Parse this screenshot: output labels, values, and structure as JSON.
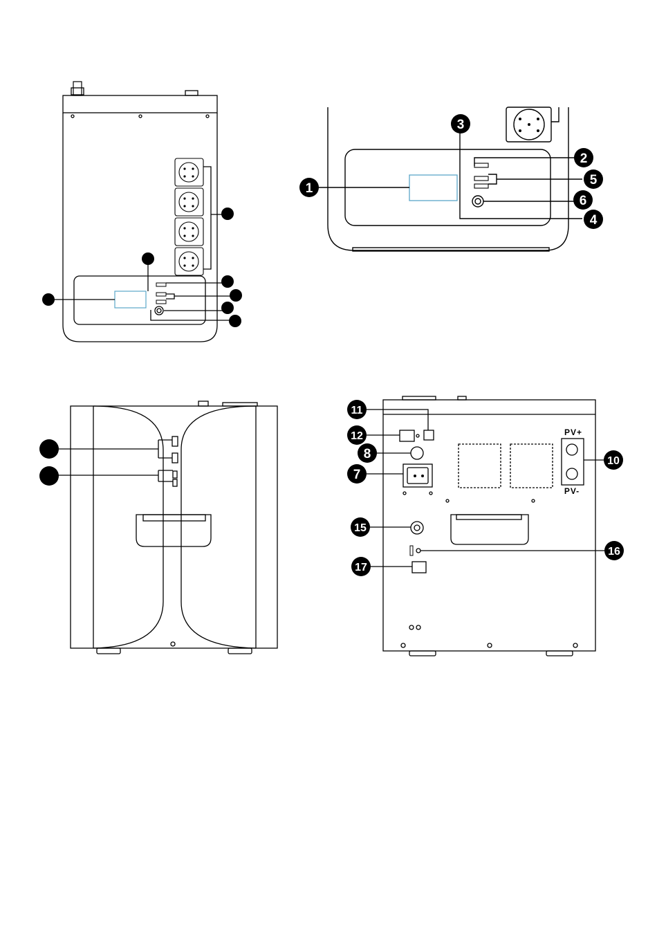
{
  "colors": {
    "line": "#000000",
    "badge": "#000000",
    "display": "#5aa6c8",
    "panel": "#ffffff"
  },
  "figures": {
    "front_view": {
      "name": "front-view"
    },
    "front_panel_detail": {
      "name": "front-panel-detail",
      "callouts": [
        "1",
        "2",
        "3",
        "4",
        "5",
        "6"
      ]
    },
    "side_view": {
      "name": "side-view"
    },
    "rear_view": {
      "name": "rear-view",
      "callouts": [
        "11",
        "12",
        "8",
        "7",
        "10",
        "15",
        "16",
        "17"
      ],
      "labels": {
        "pv_plus": "PV+",
        "pv_minus": "PV-"
      }
    }
  }
}
